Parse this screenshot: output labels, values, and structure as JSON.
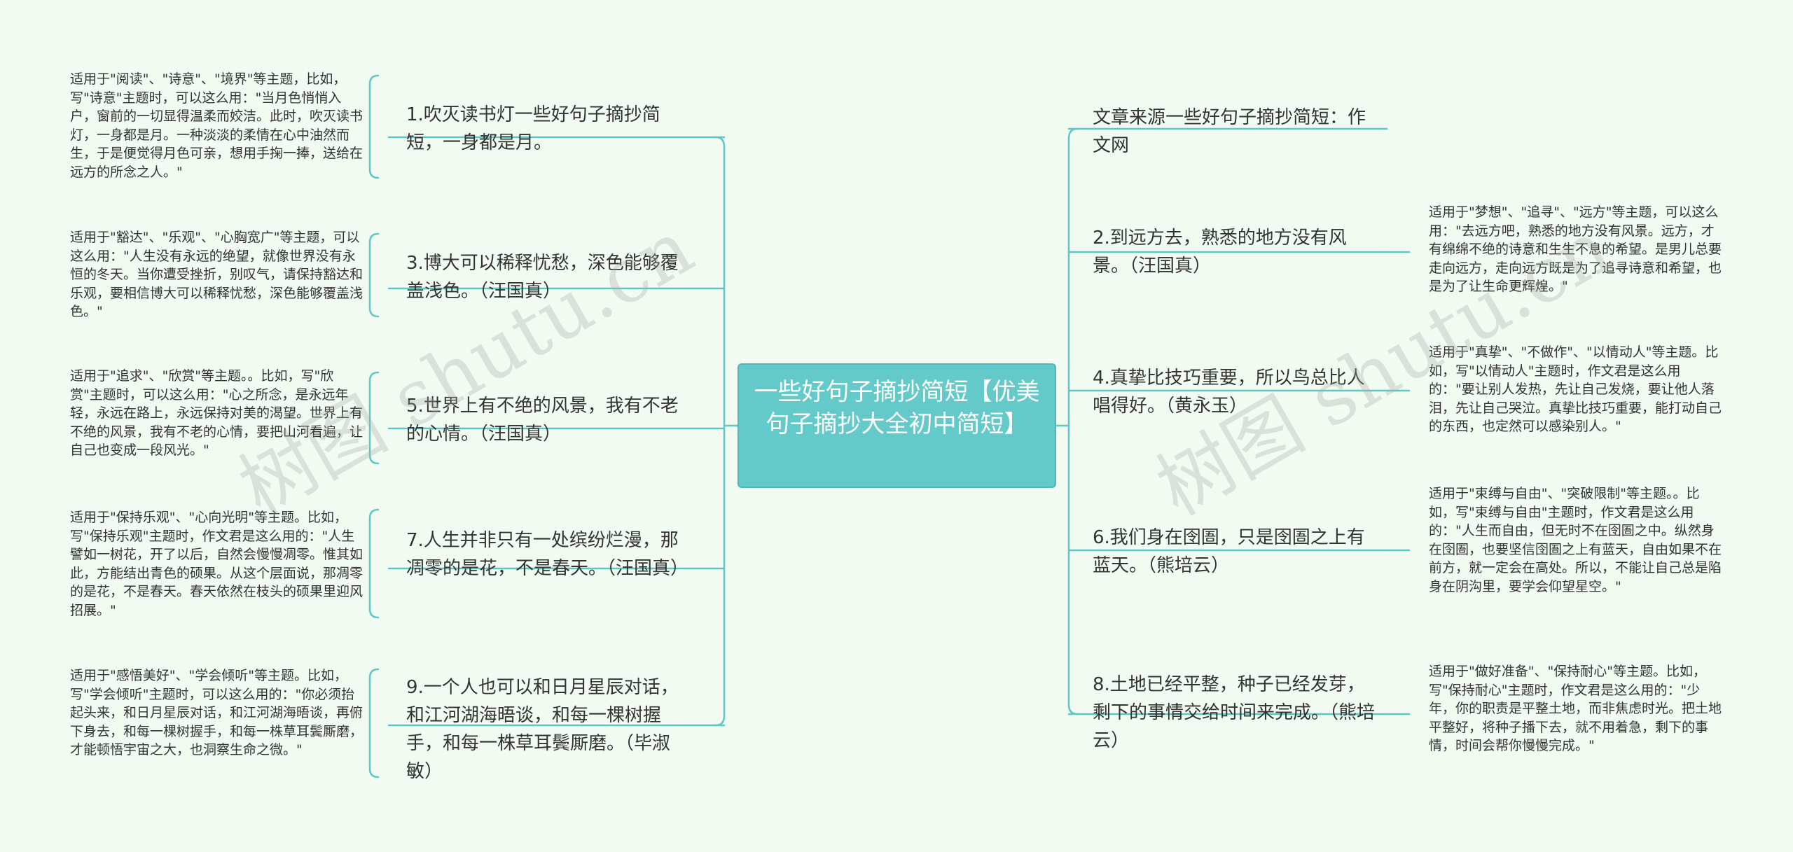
{
  "center": {
    "title": "一些好句子摘抄简短【优美句子摘抄大全初中简短】"
  },
  "left_branches": [
    {
      "label": "1.吹灭读书灯一些好句子摘抄简短，一身都是月。",
      "note": "适用于\"阅读\"、\"诗意\"、\"境界\"等主题，比如，写\"诗意\"主题时，可以这么用：\"当月色悄悄入户，窗前的一切显得温柔而姣洁。此时，吹灭读书灯，一身都是月。一种淡淡的柔情在心中油然而生，于是便觉得月色可亲，想用手掬一捧，送给在远方的所念之人。\""
    },
    {
      "label": "3.博大可以稀释忧愁，深色能够覆盖浅色。（汪国真）",
      "note": "适用于\"豁达\"、\"乐观\"、\"心胸宽广\"等主题，可以这么用：\"人生没有永远的绝望，就像世界没有永恒的冬天。当你遭受挫折，别叹气，请保持豁达和乐观，要相信博大可以稀释忧愁，深色能够覆盖浅色。\""
    },
    {
      "label": "5.世界上有不绝的风景，我有不老的心情。（汪国真）",
      "note": "适用于\"追求\"、\"欣赏\"等主题。。比如，写\"欣赏\"主题时，可以这么用：\"心之所念，是永远年轻，永远在路上，永远保持对美的渴望。世界上有不绝的风景，我有不老的心情，要把山河看遍，让自己也变成一段风光。\""
    },
    {
      "label": "7.人生并非只有一处缤纷烂漫，那凋零的是花，不是春天。（汪国真）",
      "note": "适用于\"保持乐观\"、\"心向光明\"等主题。比如，写\"保持乐观\"主题时，作文君是这么用的：\"人生譬如一树花，开了以后，自然会慢慢凋零。惟其如此，方能结出青色的硕果。从这个层面说，那凋零的是花，不是春天。春天依然在枝头的硕果里迎风招展。\""
    },
    {
      "label": "9.一个人也可以和日月星辰对话，和江河湖海晤谈，和每一棵树握手，和每一株草耳鬓厮磨。（毕淑敏）",
      "note": "适用于\"感悟美好\"、\"学会倾听\"等主题。比如，写\"学会倾听\"主题时，可以这么用的：\"你必须抬起头来，和日月星辰对话，和江河湖海晤谈，再俯下身去，和每一棵树握手，和每一株草耳鬓厮磨，才能顿悟宇宙之大，也洞察生命之微。\""
    }
  ],
  "right_branches": [
    {
      "label": "文章来源一些好句子摘抄简短：作文网",
      "note": ""
    },
    {
      "label": "2.到远方去，熟悉的地方没有风景。（汪国真）",
      "note": "适用于\"梦想\"、\"追寻\"、\"远方\"等主题，可以这么用：\"去远方吧，熟悉的地方没有风景。远方，才有绵绵不绝的诗意和生生不息的希望。是男儿总要走向远方，走向远方既是为了追寻诗意和希望，也是为了让生命更辉煌。\""
    },
    {
      "label": "4.真挚比技巧重要，所以鸟总比人唱得好。（黄永玉）",
      "note": "适用于\"真挚\"、\"不做作\"、\"以情动人\"等主题。比如，写\"以情动人\"主题时，作文君是这么用的：\"要让别人发热，先让自己发烧，要让他人落泪，先让自己哭泣。真挚比技巧重要，能打动自己的东西，也定然可以感染别人。\""
    },
    {
      "label": "6.我们身在囹圄，只是囹圄之上有蓝天。（熊培云）",
      "note": "适用于\"束缚与自由\"、\"突破限制\"等主题。。比如，写\"束缚与自由\"主题时，作文君是这么用的：\"人生而自由，但无时不在囹圄之中。纵然身在囹圄，也要坚信囹圄之上有蓝天，自由如果不在前方，就一定会在高处。所以，不能让自己总是陷身在阴沟里，要学会仰望星空。\""
    },
    {
      "label": "8.土地已经平整，种子已经发芽，剩下的事情交给时间来完成。（熊培云）",
      "note": "适用于\"做好准备\"、\"保持耐心\"等主题。比如，写\"保持耐心\"主题时，作文君是这么用的：\"少年，你的职责是平整土地，而非焦虑时光。把土地平整好，将种子播下去，就不用着急，剩下的事情，时间会帮你慢慢完成。\""
    }
  ],
  "watermark": {
    "left_text": "树图 shutu.cn",
    "right_text": "树图 shutu.cn"
  },
  "colors": {
    "background": "#f1fbf1",
    "center_fill": "#64c9c9",
    "connector": "#5fc6c6",
    "text": "#333333"
  }
}
